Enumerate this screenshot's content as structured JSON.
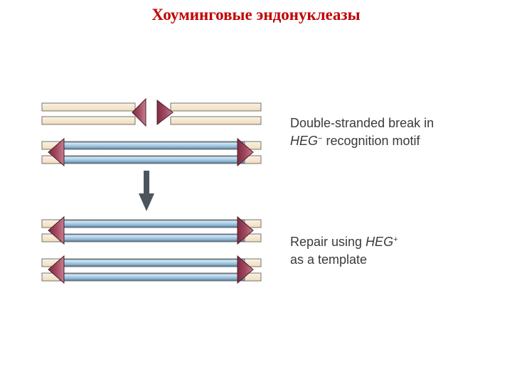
{
  "title": "Хоуминговые эндонуклеазы",
  "colors": {
    "title": "#c00000",
    "caption": "#3a3a3a",
    "tan_strand_fill": "#f6e6cc",
    "blue_strand_fill": "#a9cbe3",
    "heg_element": "#a2485f",
    "arrow": "#4d555c"
  },
  "captions": {
    "break": {
      "line1": "Double-stranded break in",
      "heg": "HEG",
      "sup": "−",
      "rest": " recognition motif"
    },
    "repair": {
      "line1_prefix": "Repair using ",
      "heg": "HEG",
      "sup": "+",
      "line2": "as a template"
    }
  }
}
